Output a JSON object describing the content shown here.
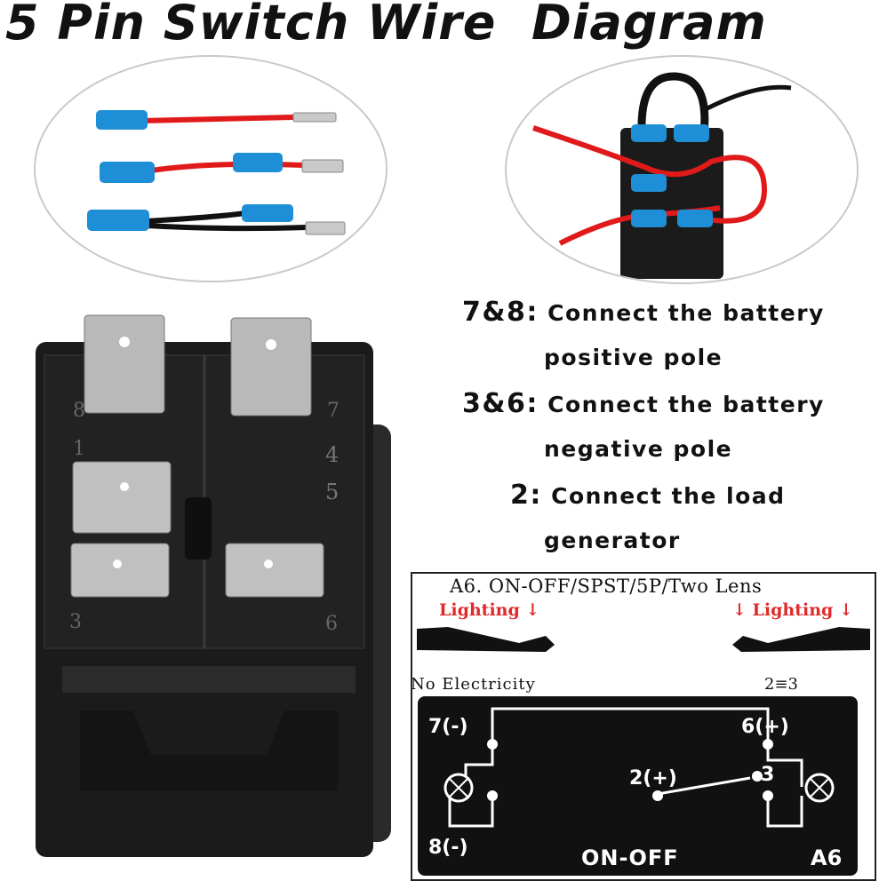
{
  "title": "5 Pin Switch Wire  Diagram",
  "instructions": [
    {
      "pin": "7&8:",
      "text": "Connect the battery",
      "cont": "positive pole"
    },
    {
      "pin": "3&6:",
      "text": "Connect the battery",
      "cont": "negative pole"
    },
    {
      "pin": "2:",
      "text": "Connect the load",
      "cont": "generator"
    }
  ],
  "switch_labels": [
    "8",
    "7",
    "1",
    "4",
    "5",
    "3",
    "6"
  ],
  "schematic": {
    "heading": "A6. ON-OFF/SPST/5P/Two Lens",
    "lighting_left": "Lighting",
    "lighting_right": "Lighting",
    "no_electricity": "No Electricity",
    "equal": "2≡3",
    "pin7": "7(-)",
    "pin6": "6(+)",
    "pin2": "2(+)",
    "pin3": "3",
    "pin8": "8(-)",
    "mode": "ON-OFF",
    "model": "A6"
  },
  "colors": {
    "wire_red": "#e01a1a",
    "connector_blue": "#1e8fd6",
    "switch_body": "#1b1b1b",
    "lighting_red": "#e02a2a",
    "schematic_panel": "#111111"
  }
}
